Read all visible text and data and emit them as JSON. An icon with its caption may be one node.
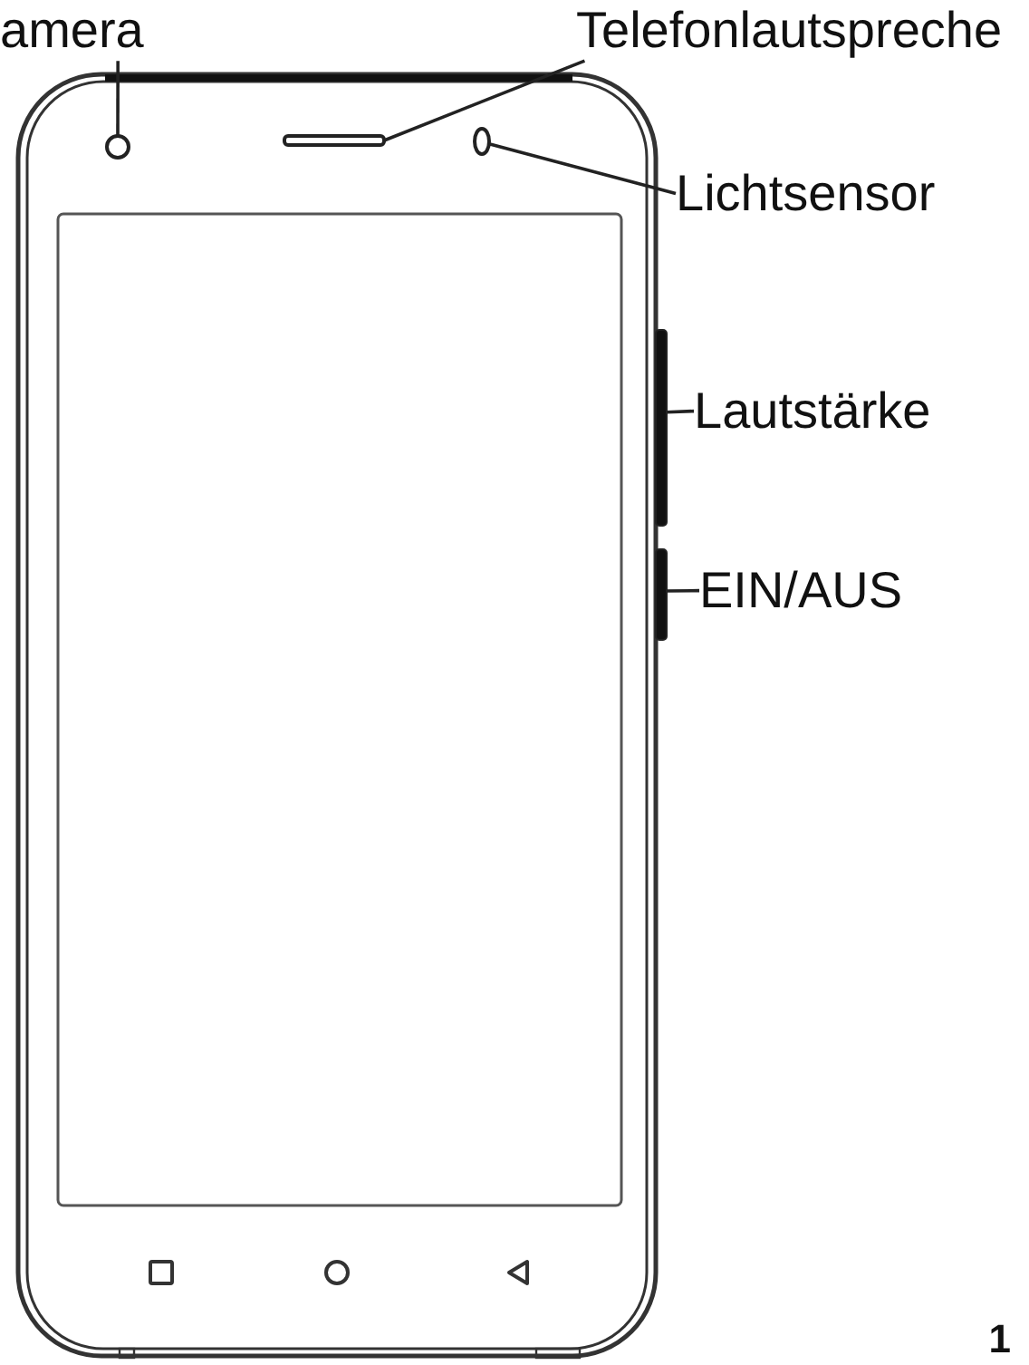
{
  "diagram": {
    "nodes": [
      {
        "text": [
          "amera"
        ]
      },
      {
        "text": [
          "Telefonlautspreche"
        ]
      },
      {
        "text": [
          "Lichtsensor"
        ]
      },
      {
        "text": [
          "Lautstärke"
        ]
      },
      {
        "text": [
          "EIN/AUS"
        ]
      },
      {
        "text": [],
        "shape": "circle"
      },
      {
        "text": [],
        "shape": "bar"
      },
      {
        "text": [],
        "shape": "ellipse"
      },
      {
        "text": [],
        "shape": "bar"
      },
      {
        "text": [],
        "shape": "bar"
      }
    ],
    "edges": [
      {
        "from": 0,
        "to": 5,
        "arrow": "none"
      },
      {
        "from": 1,
        "to": 6,
        "arrow": "none"
      },
      {
        "from": 2,
        "to": 7,
        "arrow": "none"
      },
      {
        "from": 3,
        "to": 8,
        "arrow": "none"
      },
      {
        "from": 4,
        "to": 9,
        "arrow": "none"
      }
    ],
    "labels": [
      "1"
    ]
  }
}
